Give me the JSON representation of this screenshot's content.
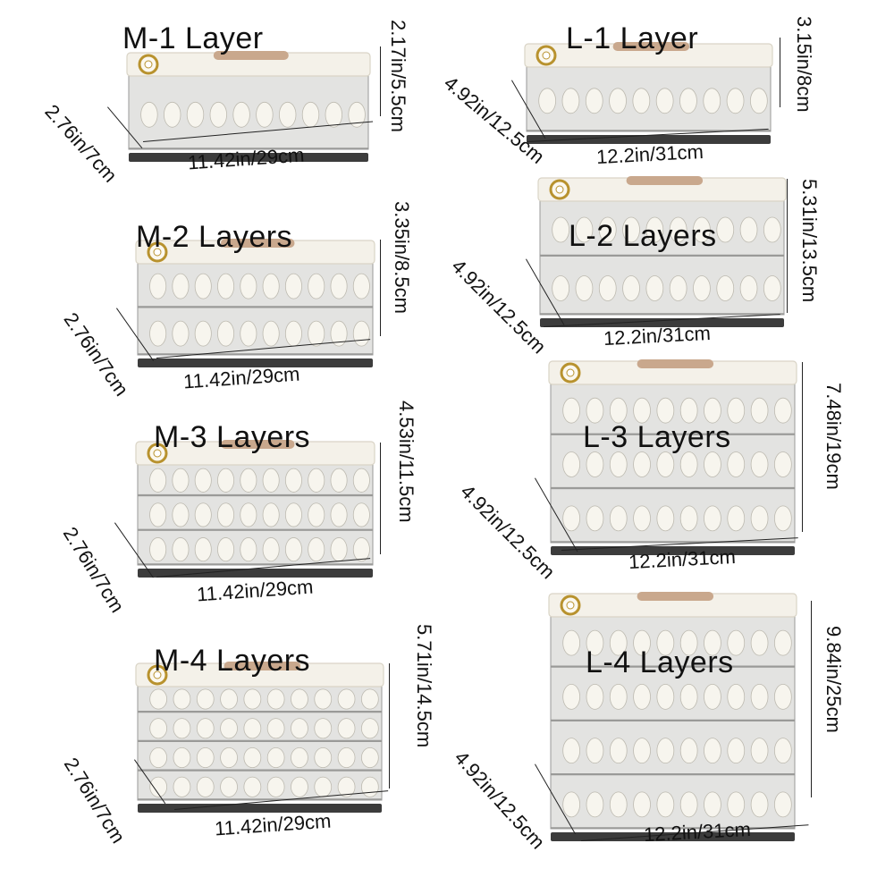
{
  "products": [
    {
      "id": "m1",
      "title": "M-1 Layer",
      "height_label": "2.17in/5.5cm",
      "width_label": "11.42in/29cm",
      "depth_label": "2.76in/7cm",
      "layers": 1
    },
    {
      "id": "m2",
      "title": "M-2 Layers",
      "height_label": "3.35in/8.5cm",
      "width_label": "11.42in/29cm",
      "depth_label": "2.76in/7cm",
      "layers": 2
    },
    {
      "id": "m3",
      "title": "M-3 Layers",
      "height_label": "4.53in/11.5cm",
      "width_label": "11.42in/29cm",
      "depth_label": "2.76in/7cm",
      "layers": 3
    },
    {
      "id": "m4",
      "title": "M-4 Layers",
      "height_label": "5.71in/14.5cm",
      "width_label": "11.42in/29cm",
      "depth_label": "2.76in/7cm",
      "layers": 4
    },
    {
      "id": "l1",
      "title": "L-1 Layer",
      "height_label": "3.15in/8cm",
      "width_label": "12.2in/31cm",
      "depth_label": "4.92in/12.5cm",
      "layers": 1
    },
    {
      "id": "l2",
      "title": "L-2 Layers",
      "height_label": "5.31in/13.5cm",
      "width_label": "12.2in/31cm",
      "depth_label": "4.92in/12.5cm",
      "layers": 2
    },
    {
      "id": "l3",
      "title": "L-3 Layers",
      "height_label": "7.48in/19cm",
      "width_label": "12.2in/31cm",
      "depth_label": "4.92in/12.5cm",
      "layers": 3
    },
    {
      "id": "l4",
      "title": "L-4 Layers",
      "height_label": "9.84in/25cm",
      "width_label": "12.2in/31cm",
      "depth_label": "4.92in/12.5cm",
      "layers": 4
    }
  ],
  "colors": {
    "lid": "#f4f1e9",
    "lid_edge": "#d9d4c6",
    "handle": "#c9a88d",
    "dial": "#b8922e",
    "tray": "#e3e3e1",
    "tray_edge": "#9a9a98",
    "dumpling": "#f7f5ee",
    "base": "#3c3c3c"
  }
}
